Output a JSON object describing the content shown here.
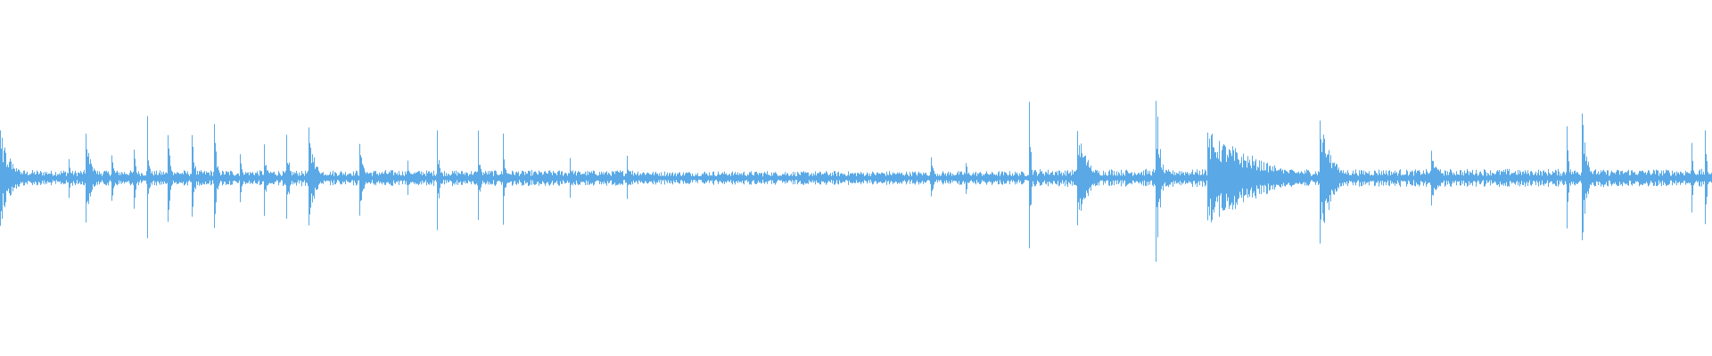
{
  "waveform": {
    "color": "#5aa9e6",
    "background": "#ffffff",
    "duration_fraction_bursts": [
      {
        "pos": 0.0,
        "amp": 0.28,
        "len": 0.024,
        "decay": 0.6
      },
      {
        "pos": 0.04,
        "amp": 0.12,
        "len": 0.004,
        "decay": 0.8
      },
      {
        "pos": 0.05,
        "amp": 0.26,
        "len": 0.012,
        "decay": 0.6
      },
      {
        "pos": 0.065,
        "amp": 0.14,
        "len": 0.01,
        "decay": 0.7
      },
      {
        "pos": 0.078,
        "amp": 0.18,
        "len": 0.006,
        "decay": 0.7
      },
      {
        "pos": 0.086,
        "amp": 0.38,
        "len": 0.004,
        "decay": 0.8
      },
      {
        "pos": 0.098,
        "amp": 0.26,
        "len": 0.006,
        "decay": 0.7
      },
      {
        "pos": 0.112,
        "amp": 0.26,
        "len": 0.006,
        "decay": 0.7
      },
      {
        "pos": 0.125,
        "amp": 0.32,
        "len": 0.006,
        "decay": 0.7
      },
      {
        "pos": 0.14,
        "amp": 0.16,
        "len": 0.006,
        "decay": 0.7
      },
      {
        "pos": 0.154,
        "amp": 0.22,
        "len": 0.006,
        "decay": 0.7
      },
      {
        "pos": 0.167,
        "amp": 0.26,
        "len": 0.006,
        "decay": 0.7
      },
      {
        "pos": 0.18,
        "amp": 0.32,
        "len": 0.012,
        "decay": 0.6
      },
      {
        "pos": 0.21,
        "amp": 0.22,
        "len": 0.008,
        "decay": 0.7
      },
      {
        "pos": 0.238,
        "amp": 0.1,
        "len": 0.008,
        "decay": 0.7
      },
      {
        "pos": 0.255,
        "amp": 0.32,
        "len": 0.004,
        "decay": 0.8
      },
      {
        "pos": 0.279,
        "amp": 0.28,
        "len": 0.004,
        "decay": 0.8
      },
      {
        "pos": 0.294,
        "amp": 0.3,
        "len": 0.004,
        "decay": 0.8
      },
      {
        "pos": 0.333,
        "amp": 0.12,
        "len": 0.006,
        "decay": 0.7
      },
      {
        "pos": 0.366,
        "amp": 0.14,
        "len": 0.006,
        "decay": 0.7
      },
      {
        "pos": 0.544,
        "amp": 0.12,
        "len": 0.006,
        "decay": 0.7
      },
      {
        "pos": 0.564,
        "amp": 0.1,
        "len": 0.006,
        "decay": 0.7
      },
      {
        "pos": 0.601,
        "amp": 0.44,
        "len": 0.004,
        "decay": 0.8
      },
      {
        "pos": 0.629,
        "amp": 0.3,
        "len": 0.02,
        "decay": 0.5
      },
      {
        "pos": 0.675,
        "amp": 0.52,
        "len": 0.01,
        "decay": 0.7
      },
      {
        "pos": 0.705,
        "amp": 0.28,
        "len": 0.07,
        "decay": 0.2
      },
      {
        "pos": 0.771,
        "amp": 0.38,
        "len": 0.022,
        "decay": 0.5
      },
      {
        "pos": 0.836,
        "amp": 0.16,
        "len": 0.012,
        "decay": 0.6
      },
      {
        "pos": 0.915,
        "amp": 0.3,
        "len": 0.004,
        "decay": 0.8
      },
      {
        "pos": 0.924,
        "amp": 0.4,
        "len": 0.01,
        "decay": 0.6
      },
      {
        "pos": 0.988,
        "amp": 0.22,
        "len": 0.004,
        "decay": 0.8
      },
      {
        "pos": 0.996,
        "amp": 0.3,
        "len": 0.004,
        "decay": 0.8
      }
    ],
    "noise_floor": 0.025,
    "activity_regions": [
      {
        "start": 0.0,
        "end": 0.38,
        "level": 0.04
      },
      {
        "start": 0.38,
        "end": 0.6,
        "level": 0.035
      },
      {
        "start": 0.6,
        "end": 1.0,
        "level": 0.045
      }
    ]
  }
}
